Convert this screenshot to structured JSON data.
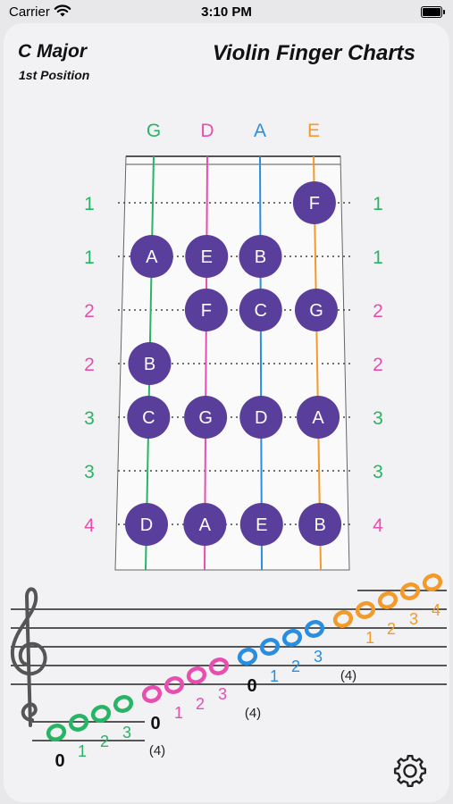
{
  "status_bar": {
    "carrier": "Carrier",
    "time": "3:10 PM"
  },
  "header": {
    "key": "C Major",
    "position": "1st Position",
    "title": "Violin Finger Charts"
  },
  "colors": {
    "g": "#27b565",
    "d": "#e64fb0",
    "a": "#2a8ee0",
    "e": "#f29a2a",
    "note": "#5a3e9c",
    "staff": "#222222"
  },
  "strings": [
    {
      "name": "G",
      "color": "#27b565"
    },
    {
      "name": "D",
      "color": "#e64fb0"
    },
    {
      "name": "A",
      "color": "#2a8ee0"
    },
    {
      "name": "E",
      "color": "#f29a2a"
    }
  ],
  "rows": [
    {
      "finger": "1",
      "color": "#27b565",
      "notes": [
        null,
        null,
        null,
        "F"
      ]
    },
    {
      "finger": "1",
      "color": "#27b565",
      "notes": [
        "A",
        "E",
        "B",
        null
      ]
    },
    {
      "finger": "2",
      "color": "#e64fb0",
      "notes": [
        null,
        "F",
        "C",
        "G"
      ]
    },
    {
      "finger": "2",
      "color": "#e64fb0",
      "notes": [
        "B",
        null,
        null,
        null
      ]
    },
    {
      "finger": "3",
      "color": "#27b565",
      "notes": [
        "C",
        "G",
        "D",
        "A"
      ]
    },
    {
      "finger": "3",
      "color": "#27b565",
      "notes": [
        null,
        null,
        null,
        null
      ]
    },
    {
      "finger": "4",
      "color": "#e64fb0",
      "notes": [
        "D",
        "A",
        "E",
        "B"
      ]
    }
  ],
  "staff": {
    "groups": [
      {
        "color": "#27b565",
        "open": "0",
        "fingers": [
          "1",
          "2",
          "3"
        ],
        "alt": "(4)"
      },
      {
        "color": "#e64fb0",
        "open": "0",
        "fingers": [
          "1",
          "2",
          "3"
        ],
        "alt": "(4)"
      },
      {
        "color": "#2a8ee0",
        "open": "0",
        "fingers": [
          "1",
          "2",
          "3"
        ],
        "alt": "(4)"
      },
      {
        "color": "#f29a2a",
        "open": "",
        "fingers": [
          "1",
          "2",
          "3",
          "4"
        ],
        "alt": ""
      }
    ]
  },
  "settings_icon": "gear-icon"
}
